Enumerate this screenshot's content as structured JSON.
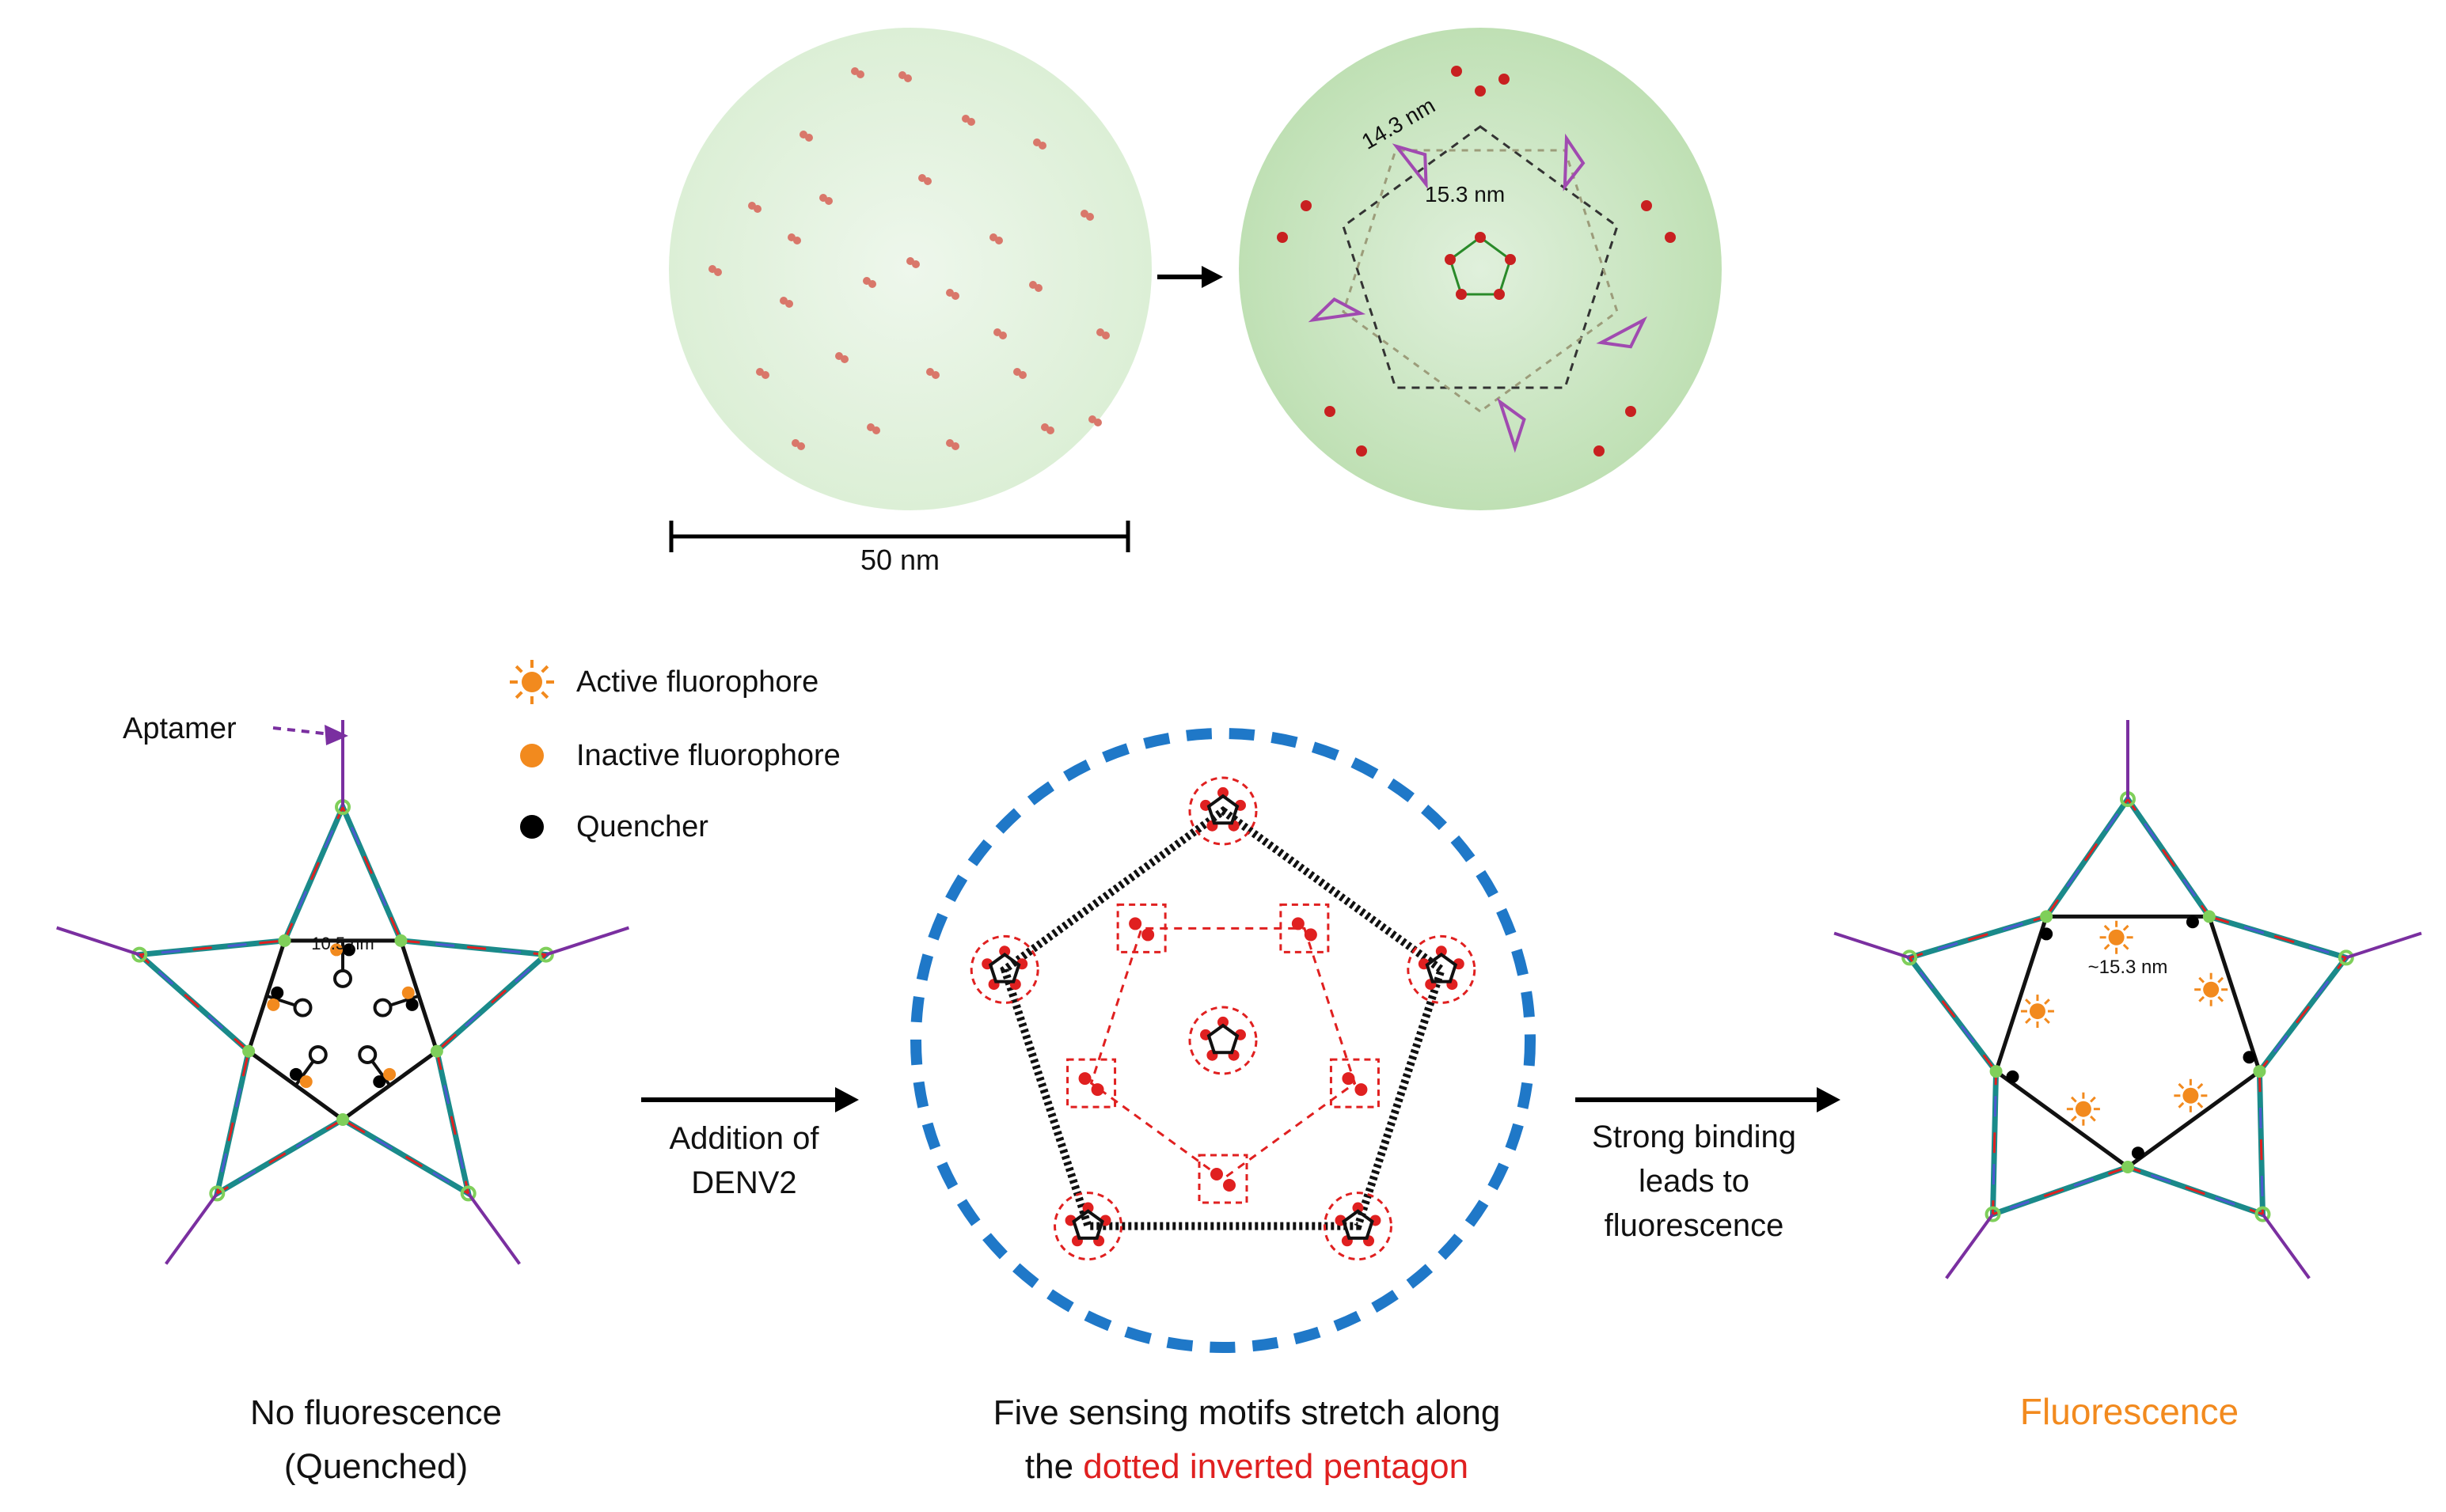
{
  "top": {
    "scale_bar_label": "50 nm",
    "dist_a": "14.3 nm",
    "dist_b": "15.3 nm"
  },
  "legend": {
    "active": "Active fluorophore",
    "inactive": "Inactive fluorophore",
    "quencher": "Quencher"
  },
  "left": {
    "aptamer_label": "Aptamer",
    "inner_dist": "10.5 nm",
    "caption_line1": "No fluorescence",
    "caption_line2": "(Quenched)"
  },
  "arrow1": {
    "line1": "Addition of",
    "line2": "DENV2"
  },
  "middle": {
    "caption_line1": "Five sensing motifs stretch along",
    "caption_line2_prefix": "the ",
    "caption_line2_highlight": "dotted inverted pentagon"
  },
  "arrow2": {
    "line1": "Strong binding",
    "line2": "leads to",
    "line3": "fluorescence"
  },
  "right": {
    "inner_dist": "~15.3 nm",
    "caption": "Fluorescence"
  },
  "colors": {
    "virion": "#cfe8c8",
    "blue_dashed": "#1f78c8",
    "red": "#e02020",
    "orange": "#f28a1e",
    "purple": "#7a2fa0",
    "teal": "#1a8a8a",
    "green_node": "#7fcf5a"
  }
}
